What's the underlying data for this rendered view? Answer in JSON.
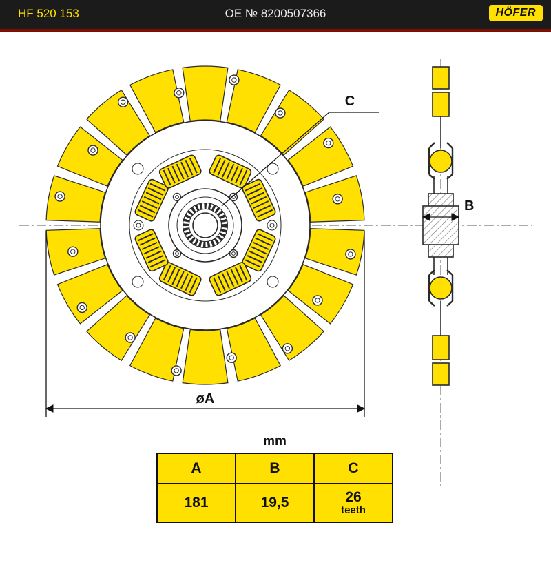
{
  "header": {
    "part_number": "HF 520 153",
    "oe_number": "OE № 8200507366",
    "brand": "HÖFER"
  },
  "dimensions": {
    "a_label": "øA",
    "b_label": "B",
    "c_label": "C"
  },
  "table": {
    "unit_label": "mm",
    "headers": [
      "A",
      "B",
      "C"
    ],
    "values": {
      "a": "181",
      "b": "19,5",
      "c_number": "26",
      "c_unit": "teeth"
    }
  },
  "colors": {
    "yellow": "#FFE000",
    "ink": "#2A2A2A",
    "header-bg": "#1B1B1B",
    "header-red": "#7B1000",
    "bg": "#FFFFFF"
  }
}
